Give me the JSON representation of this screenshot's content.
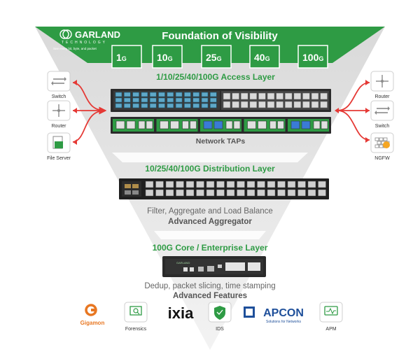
{
  "header": {
    "title": "Foundation of Visibility",
    "logo_name": "GARLAND",
    "logo_sub": "TECHNOLOGY",
    "logo_tagline": "See every bit, byte, and packet",
    "speeds": [
      {
        "num": "1",
        "unit": "G"
      },
      {
        "num": "10",
        "unit": "G"
      },
      {
        "num": "25",
        "unit": "G"
      },
      {
        "num": "40",
        "unit": "G"
      },
      {
        "num": "100",
        "unit": "G"
      }
    ]
  },
  "access_layer": {
    "title": "1/10/25/40/100G Access Layer",
    "caption": "Network TAPs"
  },
  "left_devices": [
    {
      "label": "Switch",
      "icon": "switch-icon"
    },
    {
      "label": "Router",
      "icon": "router-icon"
    },
    {
      "label": "File Server",
      "icon": "file-server-icon"
    }
  ],
  "right_devices": [
    {
      "label": "Router",
      "icon": "router-icon"
    },
    {
      "label": "Switch",
      "icon": "switch-icon"
    },
    {
      "label": "NGFW",
      "icon": "firewall-icon"
    }
  ],
  "distribution_layer": {
    "title": "10/25/40/100G Distribution Layer",
    "desc": "Filter, Aggregate and Load Balance",
    "subtitle": "Advanced Aggregator"
  },
  "core_layer": {
    "title": "100G Core / Enterprise Layer",
    "desc": "Dedup, packet slicing, time stamping",
    "subtitle": "Advanced Features"
  },
  "tools": [
    {
      "label": "Gigamon",
      "kind": "logo"
    },
    {
      "label": "Forensics",
      "kind": "icon",
      "icon": "forensics-icon"
    },
    {
      "label": "ixia",
      "kind": "logo"
    },
    {
      "label": "IDS",
      "kind": "icon",
      "icon": "shield-icon"
    },
    {
      "label": "APCON",
      "tagline": "Solutions for Networks",
      "kind": "logo"
    },
    {
      "label": "APM",
      "kind": "icon",
      "icon": "monitor-icon"
    }
  ],
  "colors": {
    "green": "#2e9b44",
    "dark_green": "#1f7a33",
    "red": "#e53935",
    "gray_funnel": "#e6e6e6",
    "text_dark": "#3a3a3a"
  }
}
